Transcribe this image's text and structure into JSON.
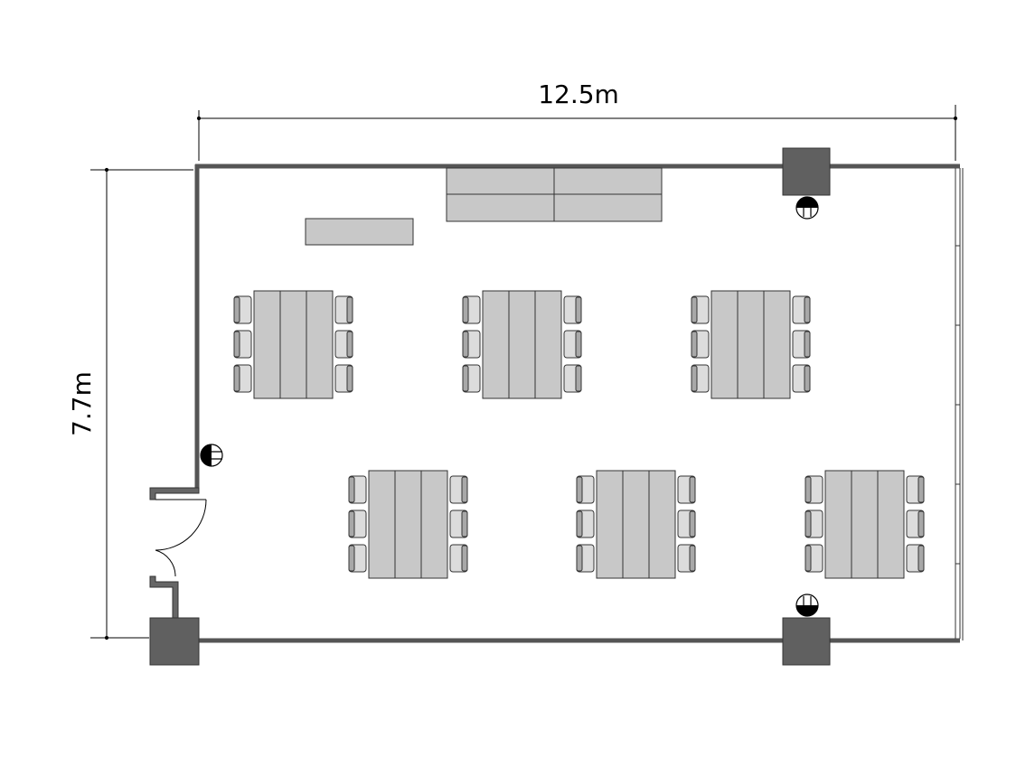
{
  "dimensions": {
    "width_label": "12.5m",
    "height_label": "7.7m"
  },
  "colors": {
    "wall": "#555555",
    "pillar": "#606060",
    "furniture_fill": "#c8c8c8",
    "furniture_stroke": "#333333",
    "line": "#000000",
    "background": "#ffffff"
  },
  "layout": {
    "table_groups": 6,
    "chairs_per_side": 3,
    "tables_per_group": 3,
    "outlets": 3,
    "door": "single-swing"
  }
}
